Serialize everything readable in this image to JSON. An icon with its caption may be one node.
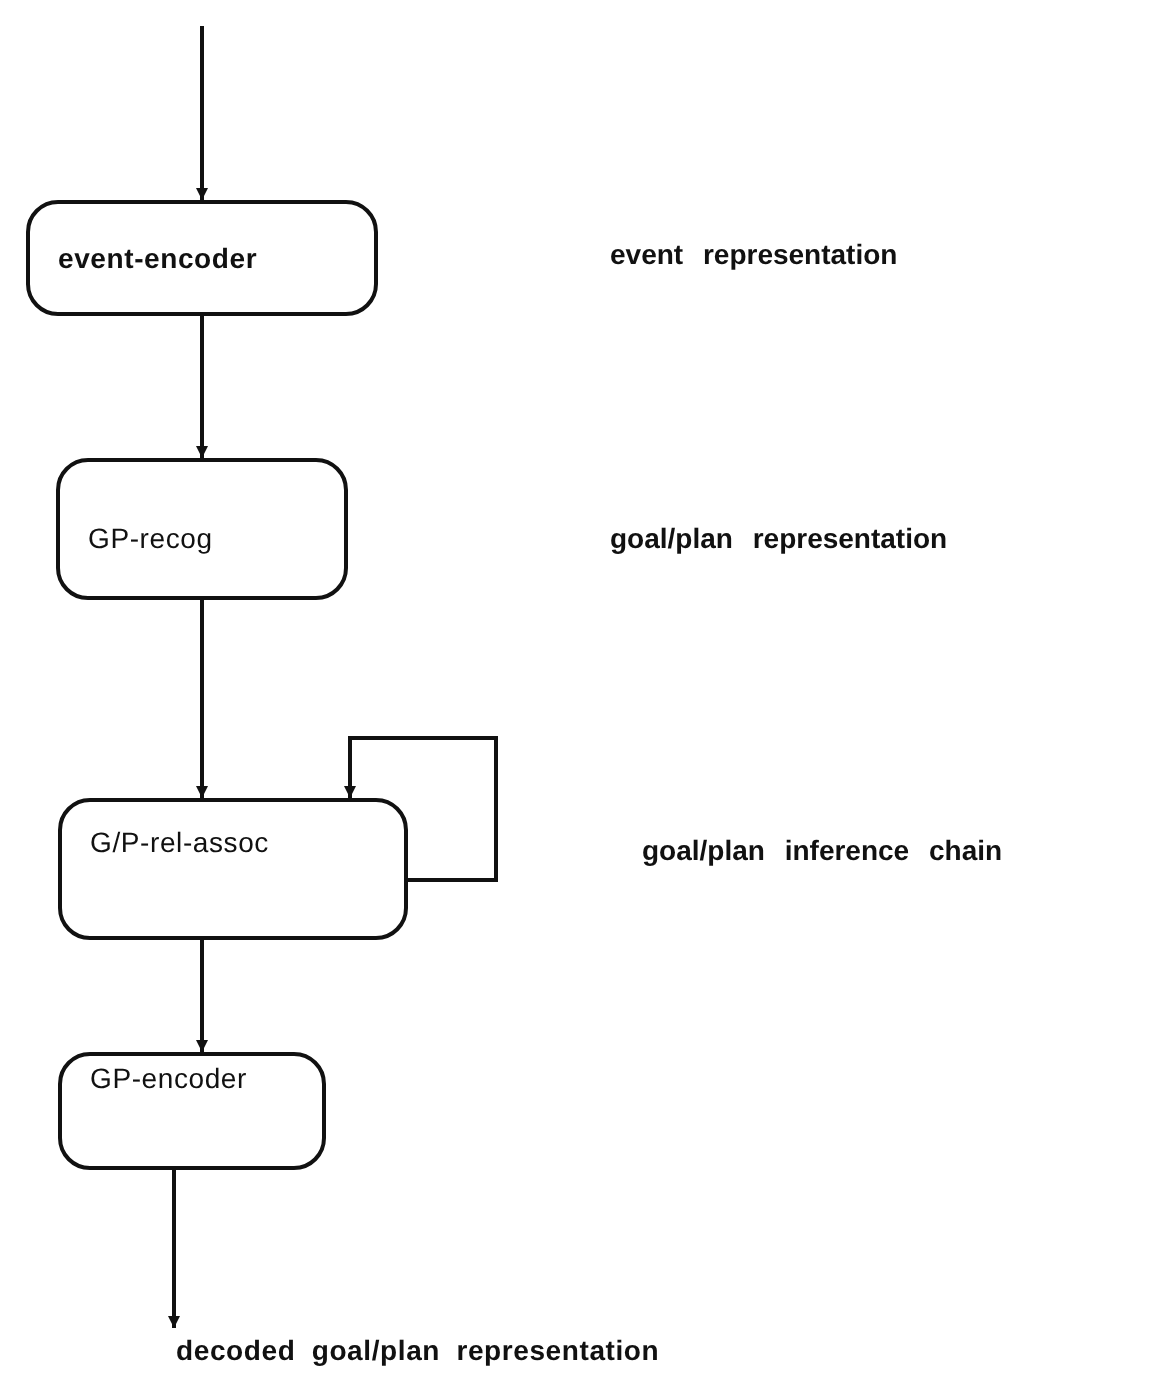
{
  "diagram": {
    "nodes": [
      {
        "text": [
          "event-encoder"
        ]
      },
      {
        "text": [
          "GP-recog"
        ]
      },
      {
        "text": [
          "G/P-rel-assoc"
        ]
      },
      {
        "text": [
          "GP-encoder"
        ]
      },
      {
        "text": [
          "decoded goal/plan representation"
        ]
      }
    ],
    "edges": [
      {
        "from": null,
        "to": 0,
        "arrow": "to"
      },
      {
        "from": 0,
        "to": 1,
        "arrow": "to"
      },
      {
        "from": 1,
        "to": 2,
        "arrow": "to"
      },
      {
        "from": 2,
        "to": 2,
        "arrow": "to"
      },
      {
        "from": 2,
        "to": 3,
        "arrow": "to"
      },
      {
        "from": 3,
        "to": 4,
        "arrow": "to"
      }
    ],
    "labels": [
      "event representation",
      "goal/plan representation",
      "goal/plan inference chain"
    ]
  }
}
